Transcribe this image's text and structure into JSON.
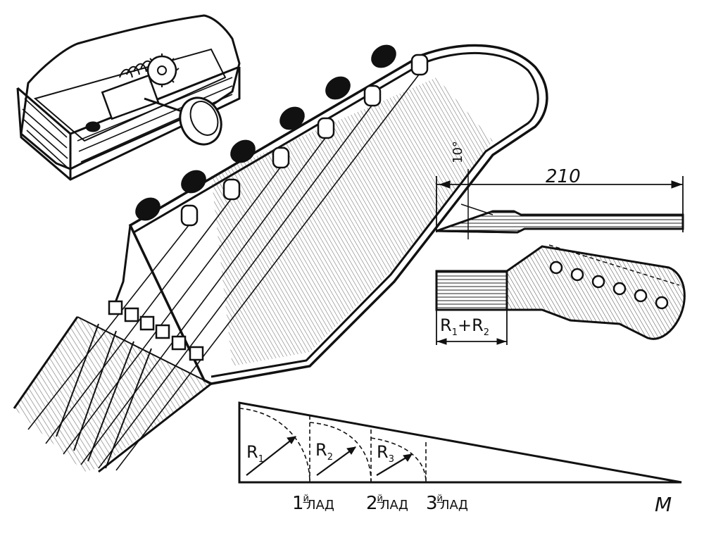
{
  "diagram": {
    "dimension_length": "210",
    "dimension_angle": "10°",
    "radius_labels": [
      {
        "letter": "R",
        "index": "1"
      },
      {
        "letter": "R",
        "index": "2"
      },
      {
        "letter": "R",
        "index": "3"
      }
    ],
    "sum_label": {
      "a": "R",
      "a_index": "1",
      "plus": "+",
      "b": "R",
      "b_index": "2"
    },
    "frets": [
      {
        "num": "1",
        "suffix": "й",
        "word": "ЛАД"
      },
      {
        "num": "2",
        "suffix": "й",
        "word": "ЛАД"
      },
      {
        "num": "3",
        "suffix": "й",
        "word": "ЛАД"
      }
    ],
    "end_point": "M"
  }
}
